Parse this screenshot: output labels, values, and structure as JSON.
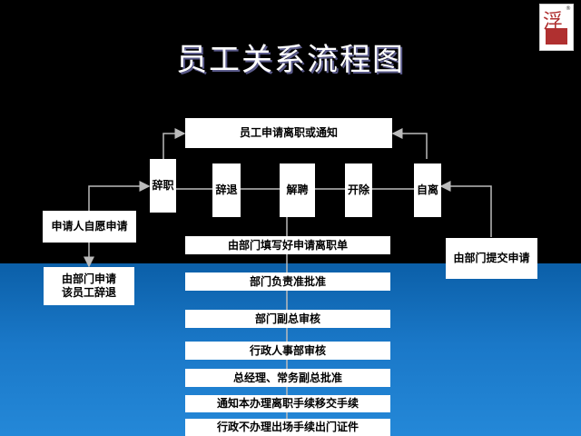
{
  "title": "员工关系流程图",
  "colors": {
    "background_top": "#000000",
    "background_bottom": "#1a78c8",
    "box": "#ffffff",
    "lines": "#bbbbbb"
  },
  "logo": {
    "glyph": "浮",
    "mark": "®"
  },
  "nodes": {
    "notify": "员工申请离职或通知",
    "resign": "辞职",
    "dismiss": "辞退",
    "terminate": "解聘",
    "expel": "开除",
    "self_leave": "自离",
    "voluntary": "申请人自愿申请",
    "dept_apply": [
      "由部门申请",
      "该员工辞退"
    ],
    "dept_submit": "由部门提交申请"
  },
  "steps": [
    "由部门填写好申请离职单",
    "部门负责准批准",
    "部门副总审核",
    "行政人事部审核",
    "总经理、常务副总批准",
    "通知本办理离职手续移交手续",
    "行政不办理出场手续出门证件"
  ]
}
